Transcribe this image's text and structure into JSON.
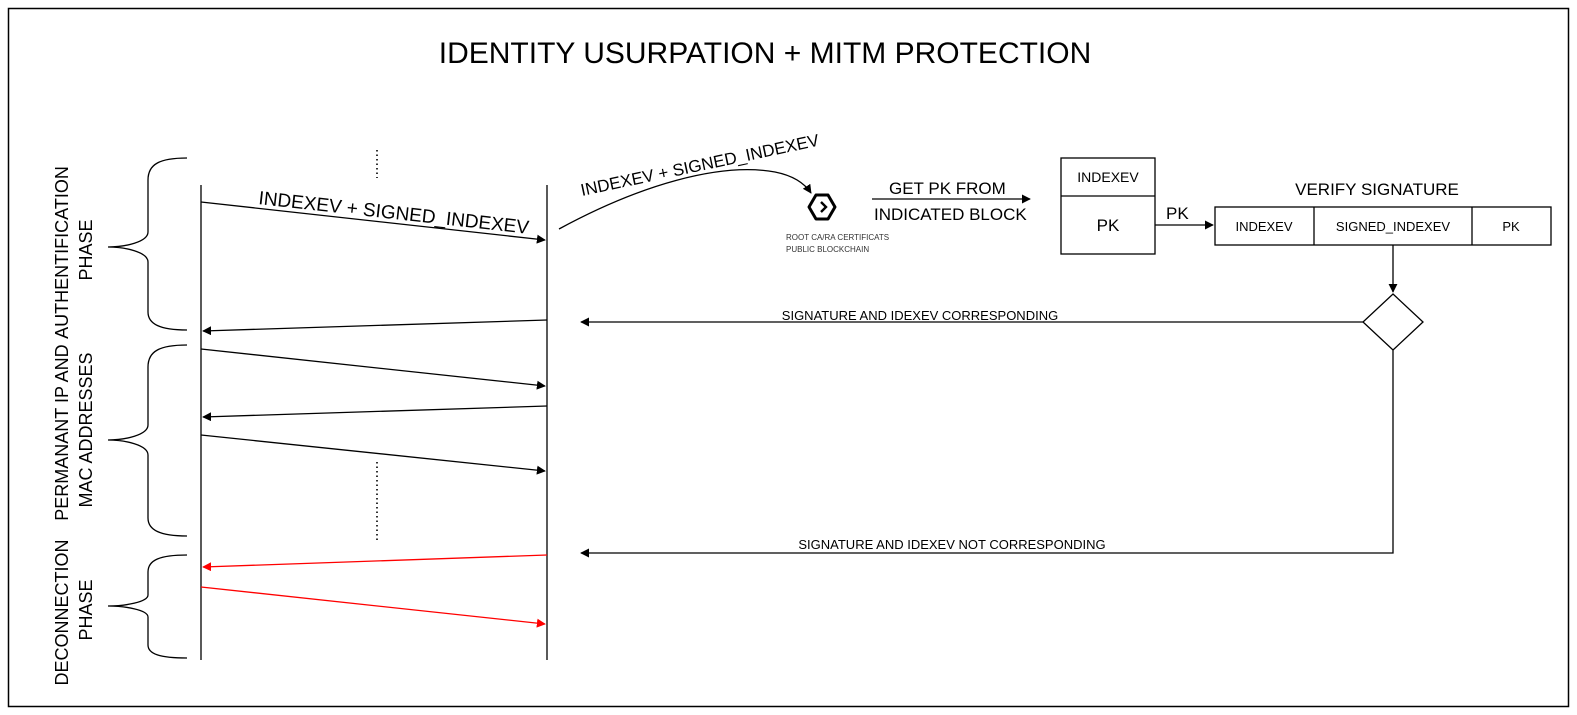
{
  "title": "IDENTITY USURPATION + MITM PROTECTION",
  "phases": {
    "authentication": [
      "AUTHENTIFICATION",
      "PHASE"
    ],
    "addresses": [
      "PERMANANT IP AND",
      "MAC ADDRESSES"
    ],
    "deconnection": [
      "DECONNECTION",
      "PHASE"
    ]
  },
  "messages": {
    "first_request": "INDEXEV + SIGNED_INDEXEV",
    "forward_request": "INDEXEV + SIGNED_INDEXEV",
    "get_pk_line1": "GET PK FROM",
    "get_pk_line2": "INDICATED BLOCK",
    "pk_arrow": "PK",
    "corresponding": "SIGNATURE AND IDEXEV CORRESPONDING",
    "not_corresponding": "SIGNATURE AND IDEXEV  NOT CORRESPONDING"
  },
  "blockchain": {
    "icon": "blockchain-logo-icon",
    "line1": "ROOT CA/RA CERTIFICATS",
    "line2": "PUBLIC BLOCKCHAIN"
  },
  "block": {
    "top": "INDEXEV",
    "bottom": "PK"
  },
  "verify": {
    "label": "VERIFY SIGNATURE",
    "cells": [
      "INDEXEV",
      "SIGNED_INDEXEV",
      "PK"
    ]
  },
  "colors": {
    "stroke": "#000000",
    "rejection": "#ff0000",
    "background": "#ffffff"
  }
}
